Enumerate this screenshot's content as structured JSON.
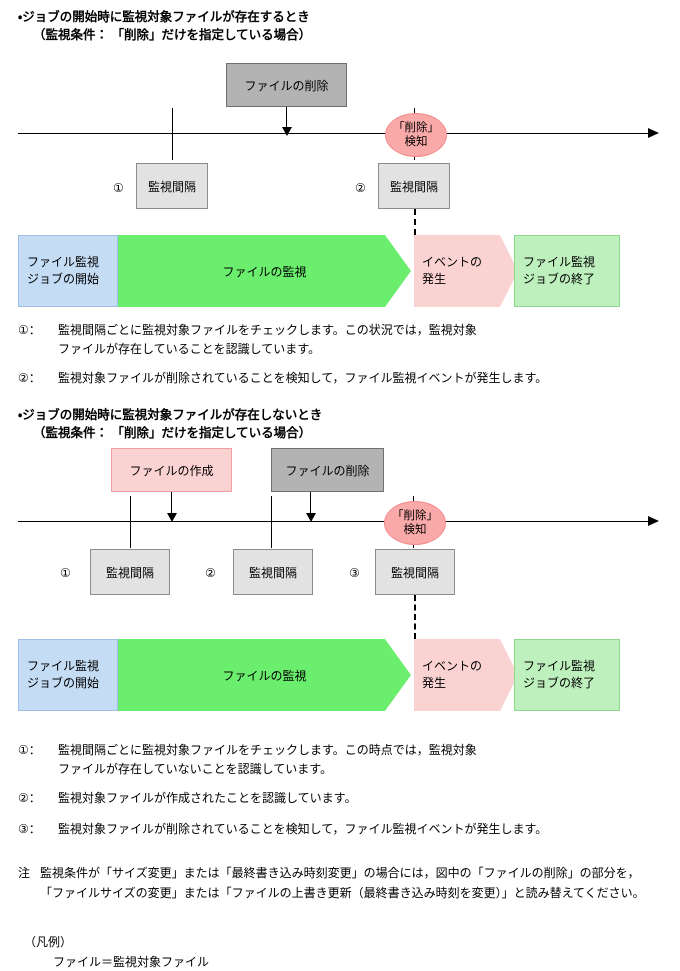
{
  "section1": {
    "title_line1": "・ジョブの開始時に監視対象ファイルが存在するとき",
    "title_line2": "（監視条件： 「削除」だけを指定している場合）",
    "file_delete_box": "ファイルの削除",
    "detect_ellipse_line1": "「削除」",
    "detect_ellipse_line2": "検知",
    "interval_marks": [
      "①",
      "②"
    ],
    "interval_label": "監視間隔",
    "band": {
      "start_line1": "ファイル監視",
      "start_line2": "ジョブの開始",
      "monitor": "ファイルの監視",
      "event_line1": "イベントの",
      "event_line2": "発生",
      "end_line1": "ファイル監視",
      "end_line2": "ジョブの終了"
    },
    "notes": [
      {
        "marker": "①：",
        "text": "監視間隔ごとに監視対象ファイルをチェックします。この状況では，監視対象\nファイルが存在していることを認識しています。"
      },
      {
        "marker": "②：",
        "text": "監視対象ファイルが削除されていることを検知して，ファイル監視イベントが発生します。"
      }
    ]
  },
  "section2": {
    "title_line1": "・ジョブの開始時に監視対象ファイルが存在しないとき",
    "title_line2": "（監視条件： 「削除」だけを指定している場合）",
    "file_create_box": "ファイルの作成",
    "file_delete_box": "ファイルの削除",
    "detect_ellipse_line1": "「削除」",
    "detect_ellipse_line2": "検知",
    "interval_marks": [
      "①",
      "②",
      "③"
    ],
    "interval_label": "監視間隔",
    "band": {
      "start_line1": "ファイル監視",
      "start_line2": "ジョブの開始",
      "monitor": "ファイルの監視",
      "event_line1": "イベントの",
      "event_line2": "発生",
      "end_line1": "ファイル監視",
      "end_line2": "ジョブの終了"
    },
    "notes": [
      {
        "marker": "①：",
        "text": "監視間隔ごとに監視対象ファイルをチェックします。この時点では，監視対象\nファイルが存在していないことを認識しています。"
      },
      {
        "marker": "②：",
        "text": "監視対象ファイルが作成されたことを認識しています。"
      },
      {
        "marker": "③：",
        "text": "監視対象ファイルが削除されていることを検知して，ファイル監視イベントが発生します。"
      }
    ]
  },
  "footnote": {
    "lead": "注",
    "body": "監視条件が「サイズ変更」または「最終書き込み時刻変更」の場合には，図中の「ファイルの削除」の部分を，「ファイルサイズの変更」または「ファイルの上書き更新（最終書き込み時刻を変更）」と読み替えてください。"
  },
  "legend": {
    "title": "（凡例）",
    "item": "ファイル＝監視対象ファイル"
  },
  "colors": {
    "gray_box": "#b3b3b3",
    "pink_box": "#fbd2d2",
    "interval_box": "#e2e2e2",
    "detect_ellipse": "#faa9a9",
    "band_start": "#c5dcf5",
    "band_monitor": "#6bee6e",
    "band_event": "#fbd2d2",
    "band_end": "#bef0be"
  }
}
